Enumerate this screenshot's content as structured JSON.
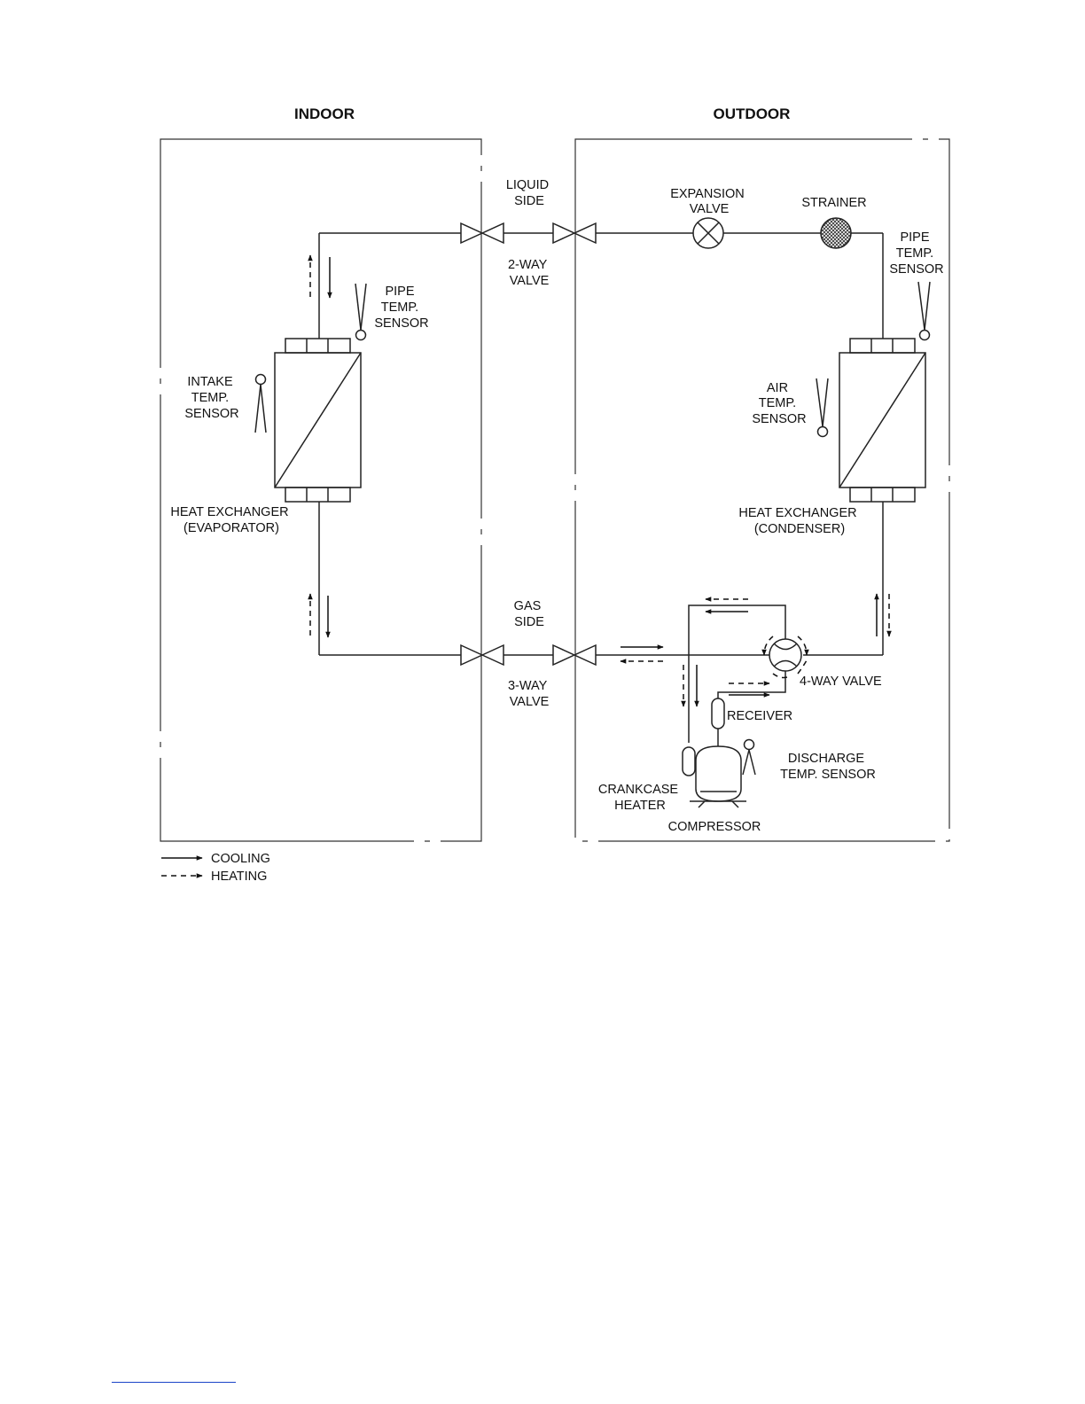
{
  "headers": {
    "indoor": "INDOOR",
    "outdoor": "OUTDOOR"
  },
  "labels": {
    "liquid_side": [
      "LIQUID",
      "SIDE"
    ],
    "two_way_valve": [
      "2-WAY",
      "VALVE"
    ],
    "gas_side": [
      "GAS",
      "SIDE"
    ],
    "three_way_valve": [
      "3-WAY",
      "VALVE"
    ],
    "expansion_valve": [
      "EXPANSION",
      "VALVE"
    ],
    "strainer": [
      "STRAINER"
    ],
    "indoor_pipe_sensor": [
      "PIPE",
      "TEMP.",
      "SENSOR"
    ],
    "outdoor_pipe_sensor": [
      "PIPE",
      "TEMP.",
      "SENSOR"
    ],
    "intake_sensor": [
      "INTAKE",
      "TEMP.",
      "SENSOR"
    ],
    "air_sensor": [
      "AIR",
      "TEMP.",
      "SENSOR"
    ],
    "evaporator": [
      "HEAT EXCHANGER",
      "(EVAPORATOR)"
    ],
    "condenser": [
      "HEAT EXCHANGER",
      "(CONDENSER)"
    ],
    "four_way_valve": [
      "4-WAY VALVE"
    ],
    "receiver": [
      "RECEIVER"
    ],
    "discharge_sensor": [
      "DISCHARGE",
      "TEMP. SENSOR"
    ],
    "crankcase_heater": [
      "CRANKCASE",
      "HEATER"
    ],
    "compressor": [
      "COMPRESSOR"
    ]
  },
  "legend": {
    "cooling": "COOLING",
    "heating": "HEATING"
  }
}
